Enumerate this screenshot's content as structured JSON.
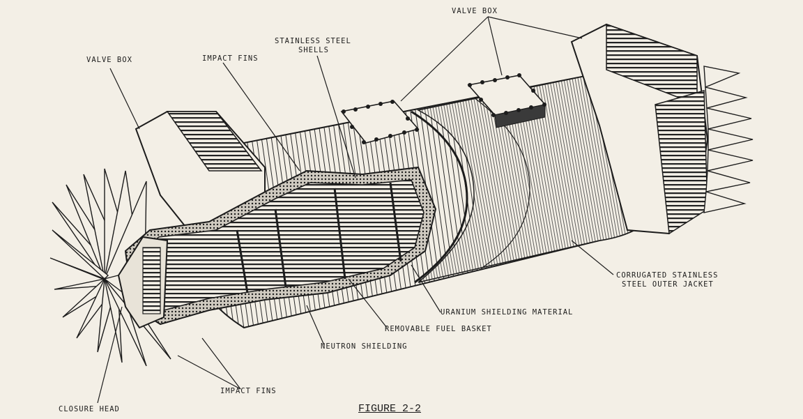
{
  "labels": {
    "valve_box_top": "VALVE BOX",
    "stainless_steel_shells_1": "STAINLESS STEEL",
    "stainless_steel_shells_2": "SHELLS",
    "valve_box_left": "VALVE BOX",
    "impact_fins_top": "IMPACT FINS",
    "corrugated_jacket_1": "CORRUGATED STAINLESS",
    "corrugated_jacket_2": "STEEL OUTER JACKET",
    "uranium_shielding": "URANIUM SHIELDING MATERIAL",
    "removable_fuel_basket": "REMOVABLE FUEL BASKET",
    "neutron_shielding": "NEUTRON SHIELDING",
    "impact_fins_bottom": "IMPACT FINS",
    "closure_head": "CLOSURE HEAD"
  },
  "caption": "FIGURE 2-2",
  "colors": {
    "ink": "#1c1c1c",
    "paper": "#f3efe6"
  }
}
